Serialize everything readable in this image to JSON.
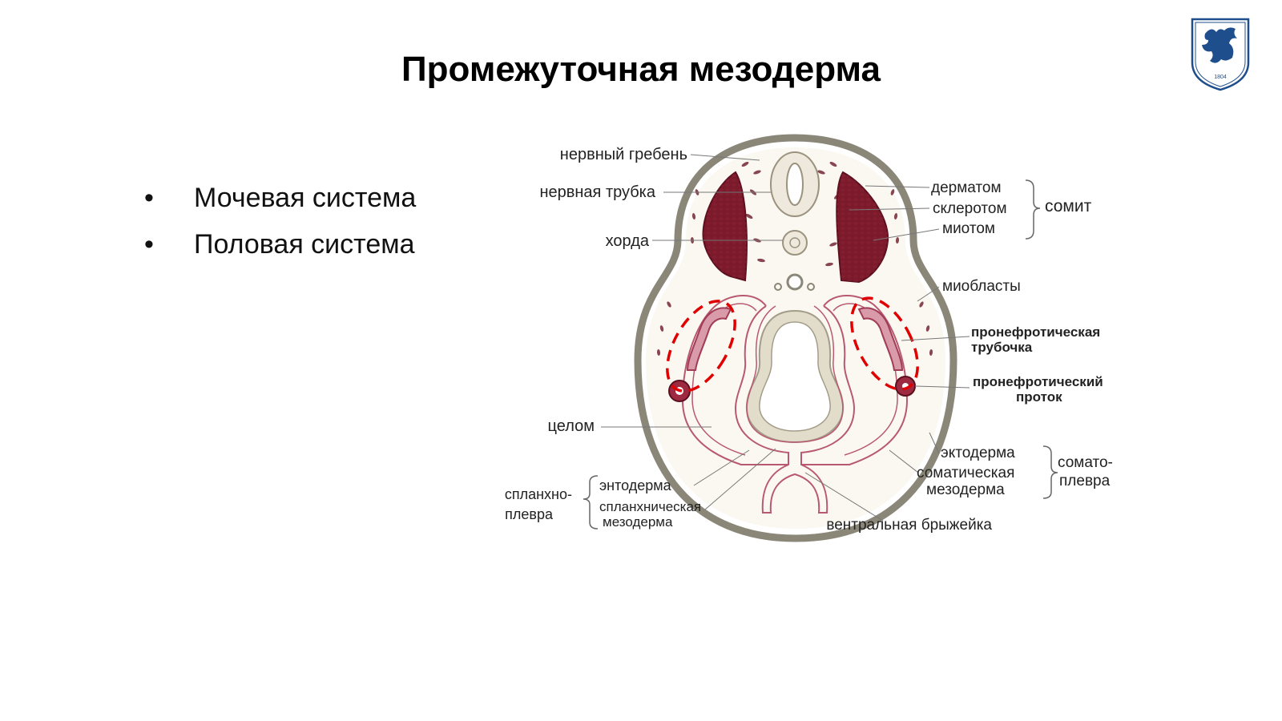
{
  "slide": {
    "title": "Промежуточная мезодерма",
    "bullets": [
      "Мочевая система",
      "Половая система"
    ],
    "bullet_symbol": "•"
  },
  "logo": {
    "year": "1804",
    "icon": "griffin-emblem-icon"
  },
  "diagram": {
    "labels_left": {
      "neural_crest": "нервный гребень",
      "neural_tube": "нервная трубка",
      "chord": "хорда",
      "coelom": "целом",
      "splanchno": "спланхно-",
      "pleura": "плевра"
    },
    "labels_bottom": {
      "endoderm": "энтодерма",
      "splanchnic": "спланхническая",
      "splanchnic_meso": "мезодерма",
      "ventral_mesentery": "вентральная брыжейка"
    },
    "labels_right": {
      "dermatome": "дерматом",
      "sclerotome": "склеротом",
      "myotome": "миотом",
      "somite": "сомит",
      "myoblasts": "миобласты",
      "pronephric_tubule": "пронефротическая",
      "pronephric_tubule_2": "трубочка",
      "pronephric_duct": "пронефротический",
      "pronephric_duct_2": "проток",
      "ectoderm": "эктодерма",
      "somatic": "соматическая",
      "somatic_meso": "мезодерма",
      "somatopleura": "сомато-",
      "somatopleura_2": "плевра"
    },
    "colors": {
      "body_wall": "#8a8678",
      "muscle": "#7a1a2a",
      "mesoderm_fill": "#f7dde3",
      "mesoderm_line": "#b8596f",
      "gut_fill": "#e2ddcb",
      "highlight": "#e00000"
    }
  }
}
